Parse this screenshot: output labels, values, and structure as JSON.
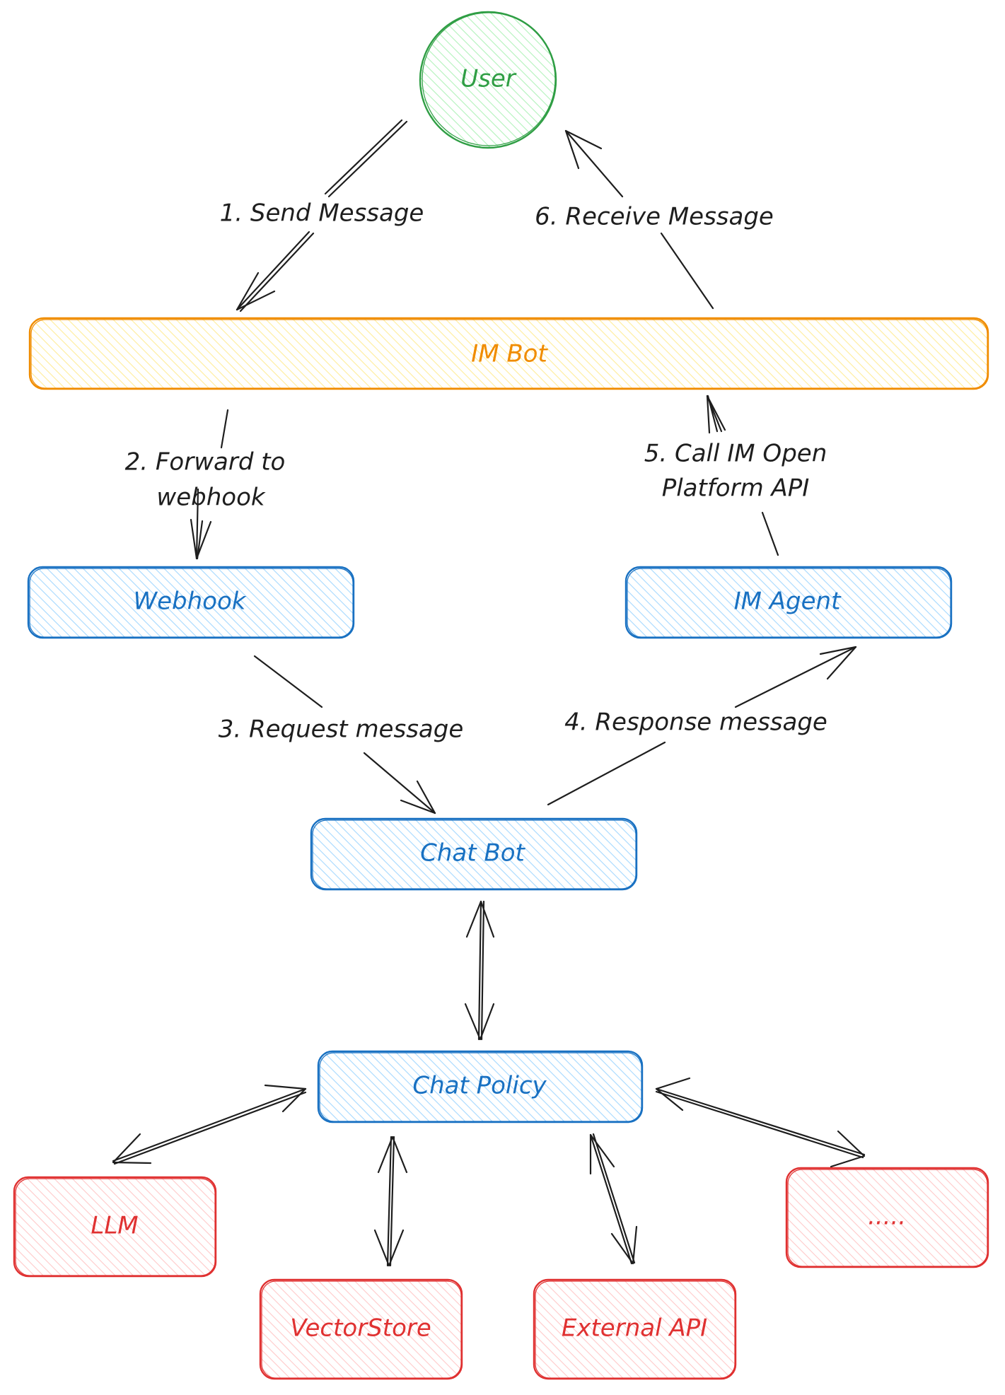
{
  "colors": {
    "green": "#2f9e44",
    "green_fill": "#b2f2bb",
    "orange": "#f08c00",
    "orange_fill": "#ffec99",
    "blue": "#1971c2",
    "blue_fill": "#a5d8ff",
    "red": "#e03131",
    "red_fill": "#ffc9c9",
    "ink": "#1e1e1e"
  },
  "nodes": {
    "user": "User",
    "im_bot": "IM Bot",
    "webhook": "Webhook",
    "im_agent": "IM Agent",
    "chat_bot": "Chat Bot",
    "chat_policy": "Chat Policy",
    "llm": "LLM",
    "vectorstore": "VectorStore",
    "external_api": "External API",
    "more": "....."
  },
  "edges": {
    "send_message": "1. Send Message",
    "forward_line1": "2. Forward to",
    "forward_line2": "webhook",
    "request_message": "3. Request message",
    "response_message": "4. Response message",
    "call_line1": "5. Call IM Open",
    "call_line2": "Platform API",
    "receive_message": "6. Receive Message"
  }
}
